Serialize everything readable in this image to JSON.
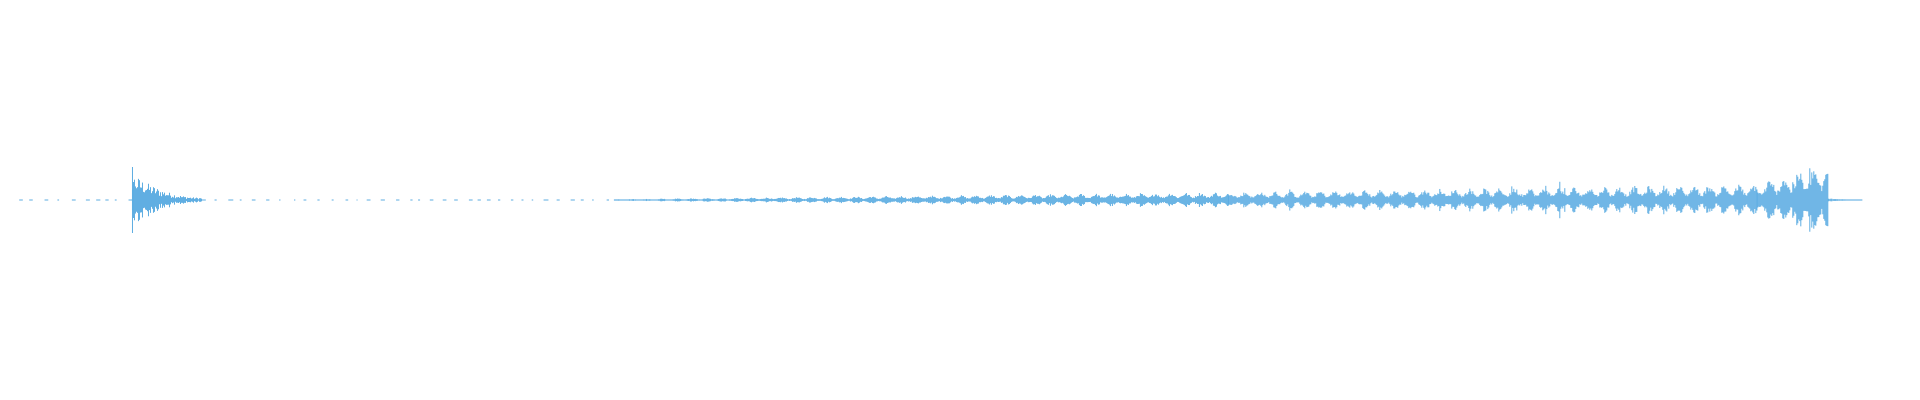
{
  "waveform": {
    "color": "#5dade2",
    "background": "#ffffff",
    "description_kind": "audio-waveform",
    "duration_fraction_start": 0.0,
    "duration_fraction_end": 1.0,
    "segments": [
      {
        "type": "dots",
        "from": 0.01,
        "to": 0.068,
        "amp": 0.003
      },
      {
        "type": "spike",
        "at": 0.069,
        "amp": 0.15
      },
      {
        "type": "decay",
        "from": 0.069,
        "to": 0.105,
        "amp_start": 0.06,
        "amp_end": 0.006
      },
      {
        "type": "dots",
        "from": 0.105,
        "to": 0.32,
        "amp": 0.003
      },
      {
        "type": "ramp",
        "from": 0.32,
        "to": 0.64,
        "amp_start": 0.002,
        "amp_end": 0.02
      },
      {
        "type": "body",
        "from": 0.64,
        "to": 0.915,
        "amp_start": 0.02,
        "amp_end": 0.04
      },
      {
        "type": "crescendo",
        "from": 0.915,
        "to": 0.952,
        "amp_start": 0.04,
        "amp_end": 0.095
      },
      {
        "type": "tail",
        "from": 0.952,
        "to": 0.97,
        "amp": 0.004
      }
    ]
  }
}
